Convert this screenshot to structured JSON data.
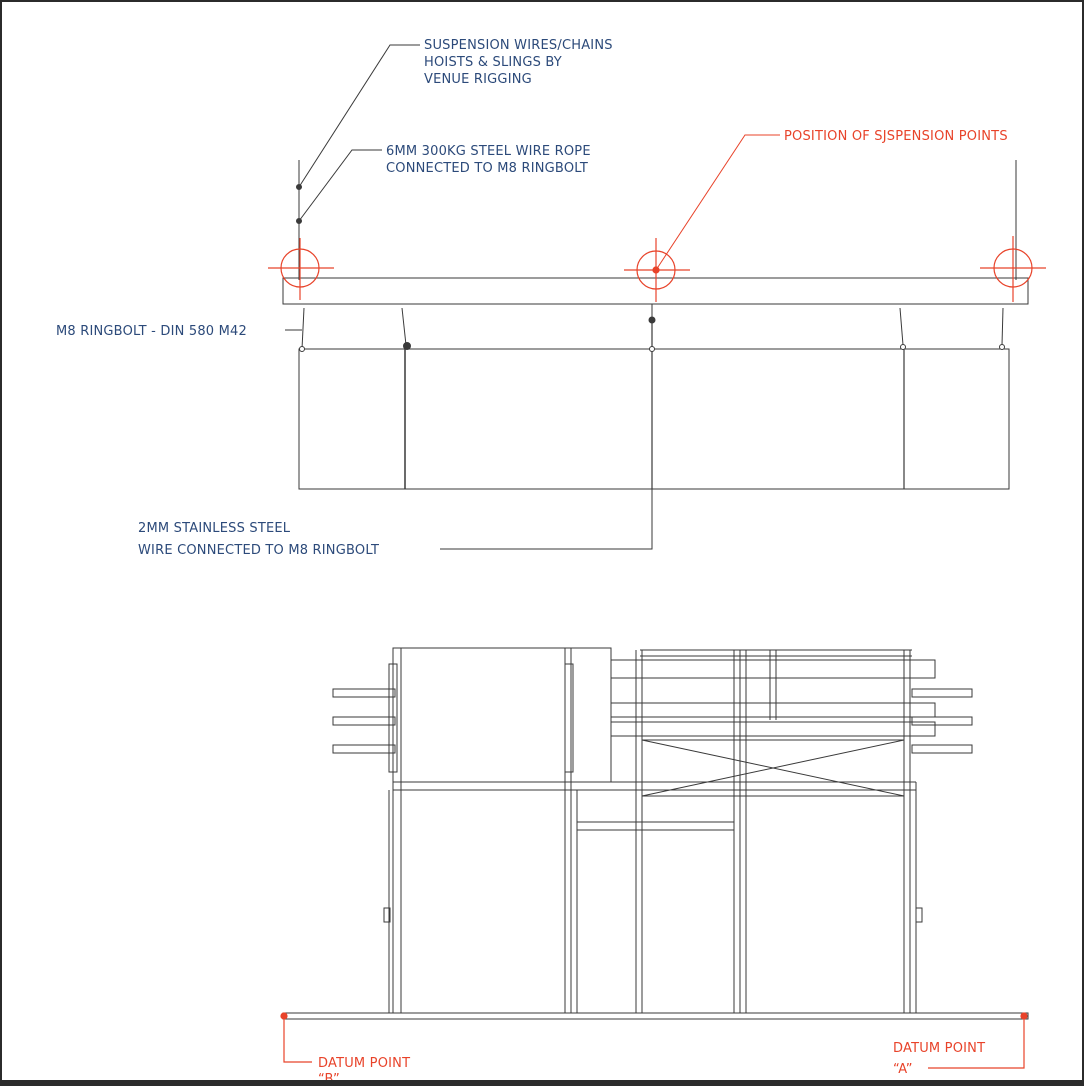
{
  "colors": {
    "background": "#ffffff",
    "frame": "#2b2b2b",
    "line": "#3a3a3a",
    "callout_blue": "#2c4a7a",
    "accent_red": "#e8432a"
  },
  "annotations": {
    "suspension": {
      "line1": "SUSPENSION WIRES/CHAINS",
      "line2": "HOISTS & SLINGS BY",
      "line3": "VENUE RIGGING"
    },
    "wire_rope": {
      "line1": "6MM 300KG STEEL WIRE ROPE",
      "line2": "CONNECTED TO M8 RINGBOLT"
    },
    "suspension_points": "POSITION OF SJSPENSION POINTS",
    "ringbolt": "M8 RINGBOLT - DIN 580 M42",
    "stainless": {
      "line1": "2MM STAINLESS STEEL",
      "line2": "WIRE CONNECTED TO M8 RINGBOLT"
    },
    "datum_b": {
      "line1": "DATUM POINT",
      "line2": "“B”"
    },
    "datum_a": {
      "line1": "DATUM POINT",
      "line2": "“A”"
    }
  }
}
